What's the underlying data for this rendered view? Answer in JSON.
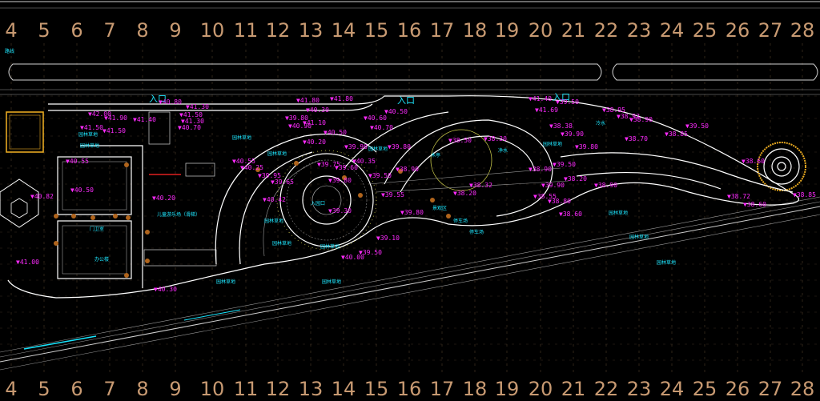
{
  "grid_numbers": [
    "4",
    "5",
    "6",
    "7",
    "8",
    "9",
    "10",
    "11",
    "12",
    "13",
    "14",
    "15",
    "16",
    "17",
    "18",
    "19",
    "20",
    "21",
    "22",
    "23",
    "24",
    "25",
    "26",
    "27",
    "28"
  ],
  "entrances": [
    {
      "id": "entry-west",
      "text": "入口"
    },
    {
      "id": "entry-middle",
      "text": "入口"
    },
    {
      "id": "entry-east",
      "text": "入口"
    }
  ],
  "elevations": [
    "▼42.00",
    "▼41.90",
    "▼41.50",
    "▼41.50",
    "▼41.40",
    "▼40.80",
    "▼41.30",
    "▼41.50",
    "▼41.30",
    "▼40.70",
    "▼41.80",
    "▼41.80",
    "▼40.30",
    "▼39.80",
    "▼41.10",
    "▼40.90",
    "▼40.50",
    "▼40.20",
    "▼40.55",
    "▼40.25",
    "▼39.95",
    "▼39.65",
    "▼40.42",
    "▼39.90",
    "▼39.75",
    "▼39.60",
    "▼39.80",
    "▼39.30",
    "▼40.60",
    "▼40.70",
    "▼39.80",
    "▼38.90",
    "▼40.35",
    "▼39.50",
    "▼40.50",
    "▼38.50",
    "▼38.30",
    "▼38.32",
    "▼38.20",
    "▼39.55",
    "▼39.80",
    "▼39.10",
    "▼40.00",
    "▼39.50",
    "▼40.82",
    "▼41.00",
    "▼40.55",
    "▼40.50",
    "▼40.20",
    "▼40.30",
    "▼41.40",
    "▼39.50",
    "▼41.69",
    "▼38.38",
    "▼39.90",
    "▼39.80",
    "▼38.90",
    "▼39.50",
    "▼39.90",
    "▼38.20",
    "▼38.55",
    "▼38.80",
    "▼38.60",
    "▼38.90",
    "▼38.95",
    "▼38.92",
    "▼38.90",
    "▼39.50",
    "▼38.85",
    "▼38.70",
    "▼38.60",
    "▼38.72",
    "▼38.60",
    "▼38.85"
  ],
  "labels": [
    "园林草地",
    "园林草地",
    "园林草地",
    "园林草地",
    "园林草地",
    "园林草地",
    "园林草地",
    "园林草地",
    "园林草地",
    "园林草地",
    "门卫室",
    "办公楼",
    "儿童游乐场（滑梯）",
    "木亭",
    "净水",
    "冷水",
    "停车场",
    "停车场",
    "入园口",
    "景观区",
    "园林草地",
    "园林草地",
    "园林草地",
    "园林草地"
  ],
  "colors": {
    "background": "#000000",
    "grid_numbers": "#c89a72",
    "elevation": "#ff2bff",
    "labels": "#1ee7ff",
    "paths": "#ffffff",
    "building_accent": "#e6a820"
  }
}
